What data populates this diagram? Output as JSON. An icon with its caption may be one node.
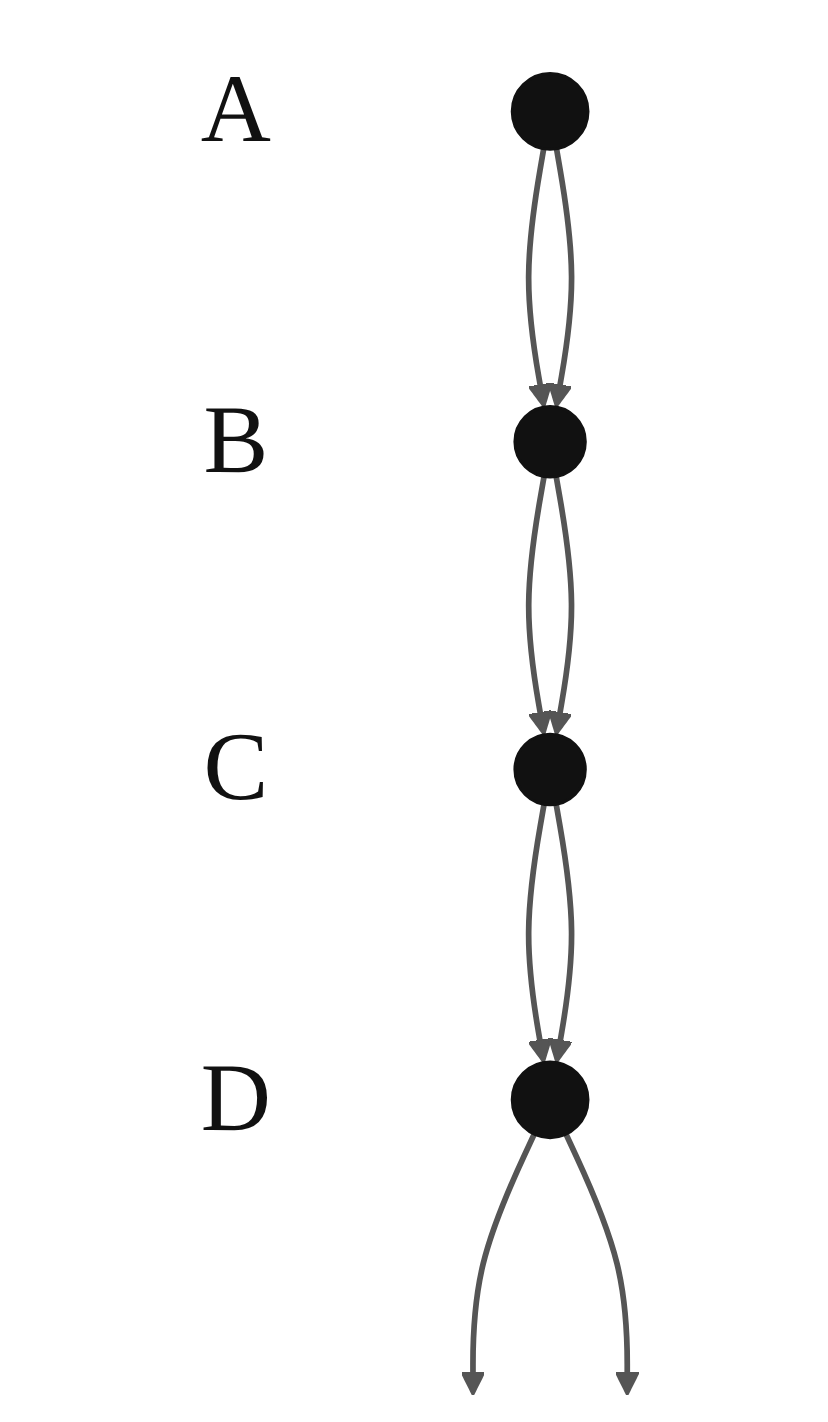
{
  "diagram": {
    "nodes": [
      {
        "text": [],
        "shape": "circle",
        "beside": [
          "A"
        ]
      },
      {
        "text": [],
        "shape": "circle",
        "beside": [
          "B"
        ]
      },
      {
        "text": [],
        "shape": "circle",
        "beside": [
          "C"
        ]
      },
      {
        "text": [],
        "shape": "circle",
        "beside": [
          "D"
        ]
      }
    ],
    "edges": [
      {
        "from": 0,
        "to": 1,
        "arrow": "to"
      },
      {
        "from": 0,
        "to": 1,
        "arrow": "to"
      },
      {
        "from": 1,
        "to": 2,
        "arrow": "to"
      },
      {
        "from": 1,
        "to": 2,
        "arrow": "to"
      },
      {
        "from": 2,
        "to": 3,
        "arrow": "to"
      },
      {
        "from": 2,
        "to": 3,
        "arrow": "to"
      },
      {
        "from": 3,
        "to": null,
        "arrow": "to"
      },
      {
        "from": 3,
        "to": null,
        "arrow": "to"
      }
    ]
  }
}
